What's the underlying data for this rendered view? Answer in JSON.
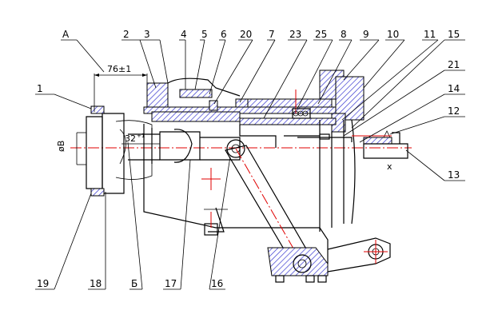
{
  "labels_top": [
    "А",
    "2",
    "3",
    "4",
    "5",
    "6",
    "20",
    "7",
    "23",
    "25",
    "8",
    "9",
    "10",
    "11",
    "15"
  ],
  "labels_right": [
    "21",
    "14",
    "12",
    "13"
  ],
  "labels_left": [
    "1"
  ],
  "labels_bottom": [
    "19",
    "18",
    "Б",
    "17",
    "16"
  ],
  "dim_76": "76±1",
  "dim_32": "32",
  "dim_32_tol": "+1",
  "dim_diameter": "øВ",
  "cross_mark": "x",
  "colors": {
    "outline": "#000000",
    "hatch": "#3a3ad0",
    "axis": "#e00000"
  }
}
